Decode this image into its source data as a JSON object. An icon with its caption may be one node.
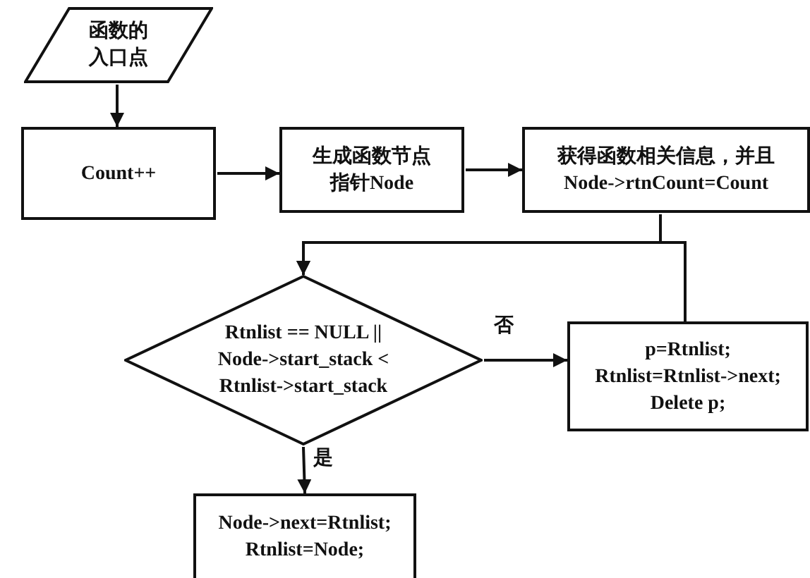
{
  "diagram": {
    "nodes": [
      {
        "text": [
          "函数的入口点"
        ]
      },
      {
        "text": [
          "Count++"
        ]
      },
      {
        "text": [
          "生成函数节点指针Node"
        ]
      },
      {
        "text": [
          "获得函数相关信息，并且Node->rtnCount=Count"
        ]
      },
      {
        "text": [
          "Rtnlist == NULL || Node->start_stack < Rtnlist->start_stack"
        ]
      },
      {
        "text": [
          "p=Rtnlist; Rtnlist=Rtnlist->next; Delete p;"
        ]
      },
      {
        "text": [
          "Node->next=Rtnlist; Rtnlist=Node;"
        ]
      }
    ],
    "edges": [
      {
        "from": 0,
        "to": 1,
        "arrow": "to"
      },
      {
        "from": 1,
        "to": 2,
        "arrow": "to"
      },
      {
        "from": 2,
        "to": 3,
        "arrow": "to"
      },
      {
        "from": 3,
        "to": 4,
        "arrow": "to"
      },
      {
        "from": 4,
        "to": 5,
        "arrow": "to",
        "label": "否"
      },
      {
        "from": 5,
        "to": 4,
        "arrow": "to"
      },
      {
        "from": 4,
        "to": 6,
        "arrow": "to",
        "label": "是"
      }
    ]
  }
}
